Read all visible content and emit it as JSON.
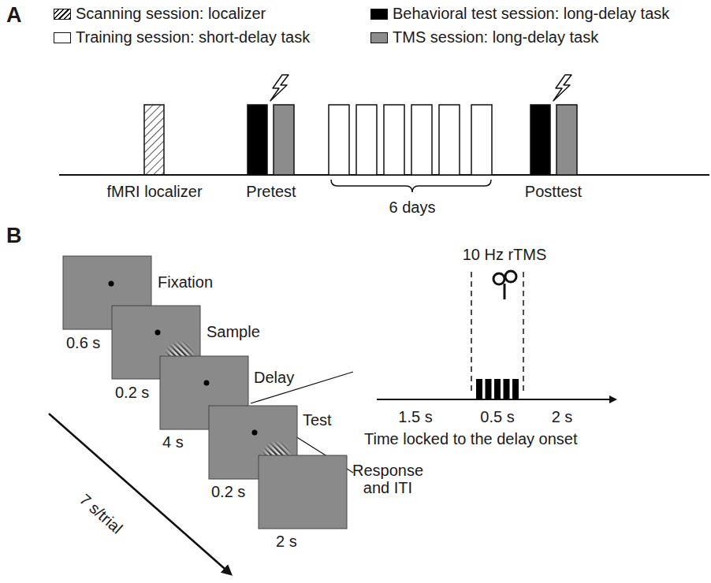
{
  "diagram": {
    "labels": [
      "A",
      "fMRI localizer",
      "Pretest",
      "6 days",
      "Posttest",
      "B",
      "Fixation",
      "0.6 s",
      "Sample",
      "0.2 s",
      "Delay",
      "4 s",
      "Test",
      "0.2 s",
      "Response and ITI",
      "2 s",
      "7 s/trial",
      "10 Hz rTMS",
      "1.5 s",
      "0.5 s",
      "2 s",
      "Time locked to the delay onset"
    ],
    "legend": [
      {
        "text": "Scanning session: localizer"
      },
      {
        "text": "Behavioral test session: long-delay task",
        "color": "#000000"
      },
      {
        "text": "Training session: short-delay task",
        "color": "#ffffff"
      },
      {
        "text": "TMS session: long-delay task",
        "color": "#8c8c8c"
      }
    ]
  }
}
